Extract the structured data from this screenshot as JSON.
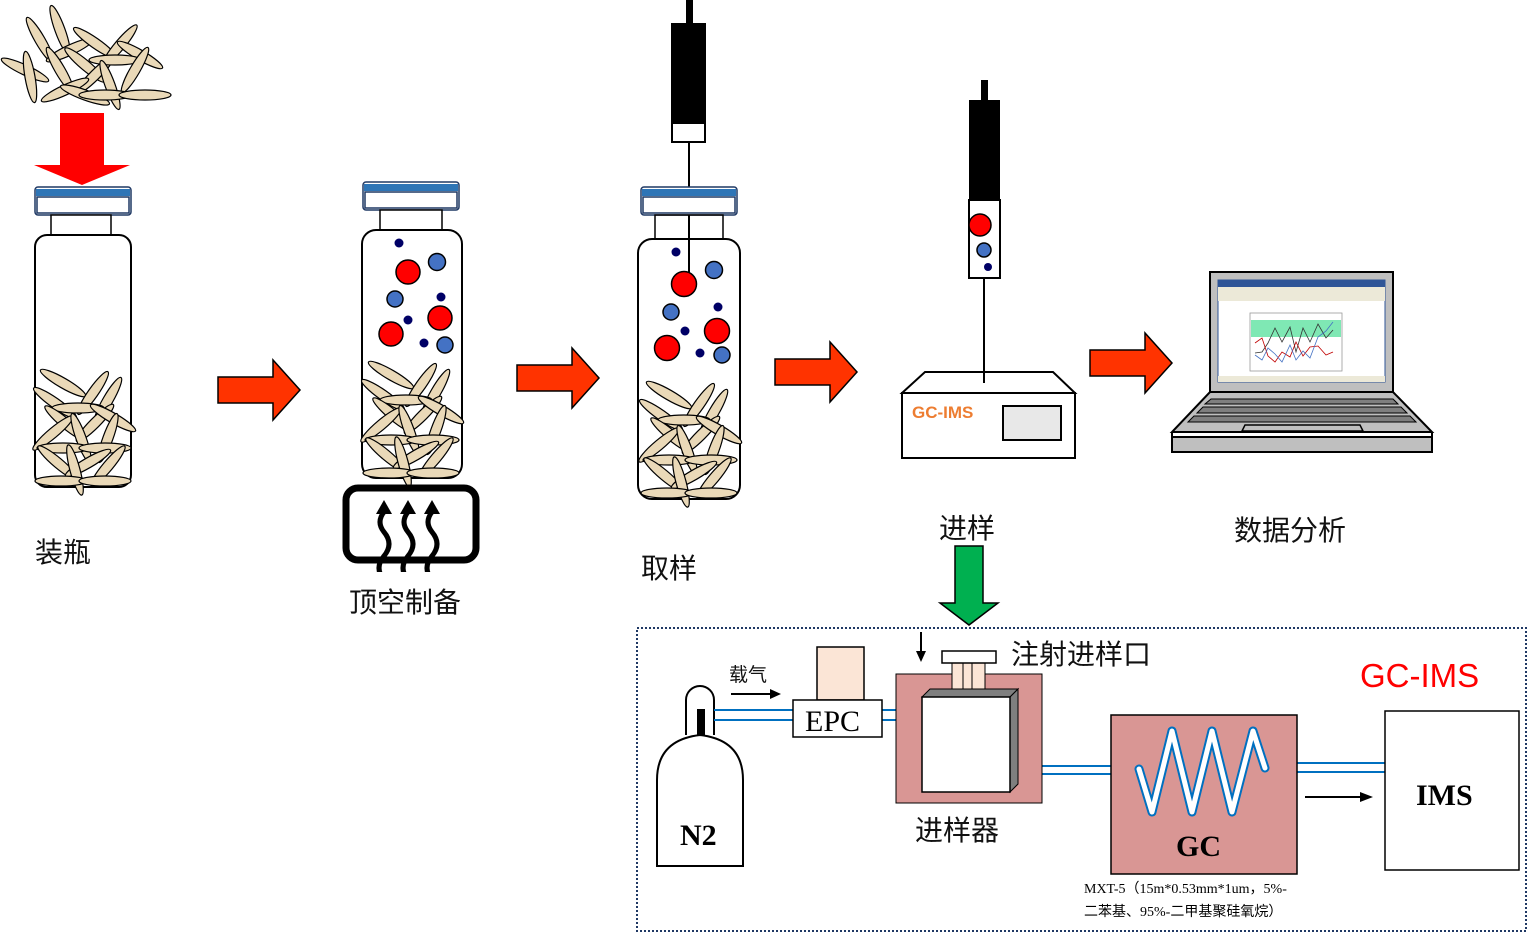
{
  "steps": [
    {
      "id": "bottling",
      "label": "装瓶"
    },
    {
      "id": "headspace",
      "label": "顶空制备"
    },
    {
      "id": "sampling",
      "label": "取样"
    },
    {
      "id": "injection",
      "label": "进样"
    },
    {
      "id": "analysis",
      "label": "数据分析"
    }
  ],
  "instrument_label": "GC-IMS",
  "schematic": {
    "title": "GC-IMS",
    "carrier_gas_label": "载气",
    "cylinder_label": "N2",
    "epc_label": "EPC",
    "injection_port_label": "注射进样口",
    "injector_label": "进样器",
    "gc_label": "GC",
    "ims_label": "IMS",
    "column_spec_line1": "MXT-5（15m*0.53mm*1um，5%-",
    "column_spec_line2": "二苯基、95%-二甲基聚硅氧烷）"
  },
  "colors": {
    "arrow_red": "#ff3300",
    "arrow_down_red": "#ff0000",
    "arrow_green": "#00b050",
    "cap_blue": "#2e75b6",
    "molecule_red": "#ff0000",
    "molecule_blue": "#4472c4",
    "molecule_navy": "#000066",
    "rice": "#ead9b8",
    "oven": "#d99694",
    "epc_top": "#fbe5d6",
    "instrument_text": "#ed7d31",
    "title_red": "#ff0000",
    "tube_blue": "#0070c0"
  }
}
